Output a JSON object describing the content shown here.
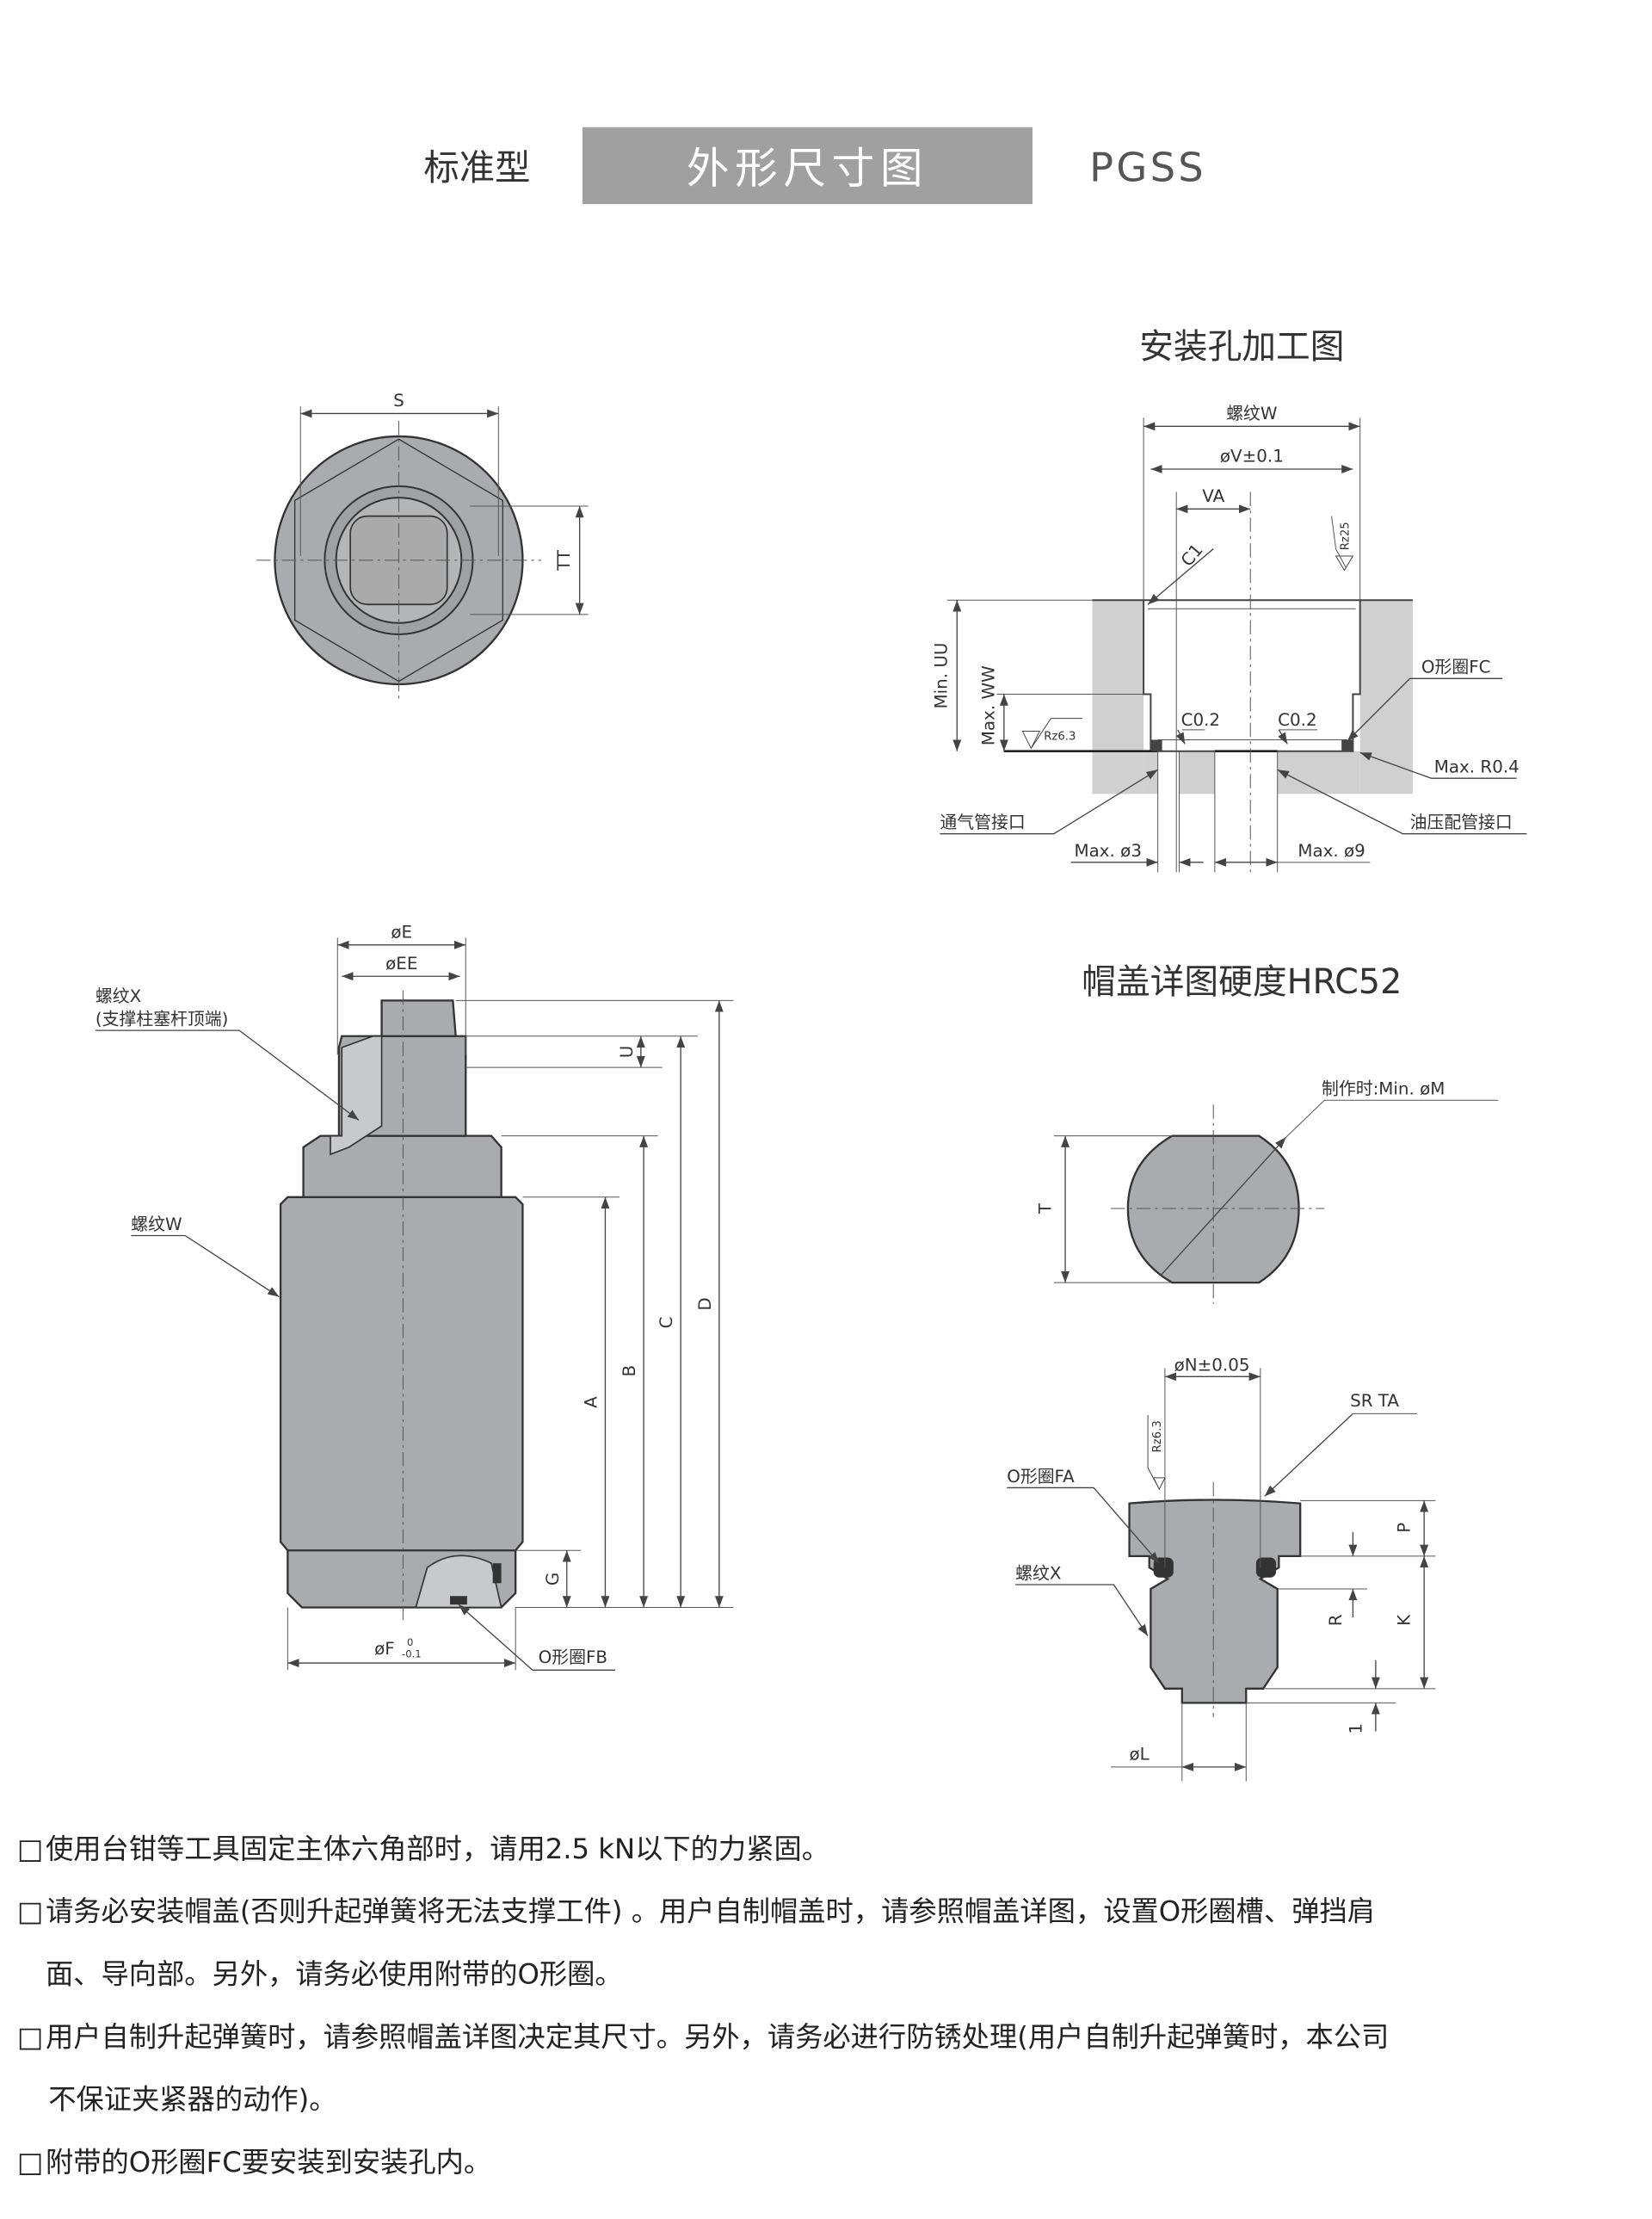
{
  "header": {
    "type_label": "标准型",
    "title": "外形尺寸图",
    "model": "PGSS",
    "title_bg": "#a0a0a0"
  },
  "top_view": {
    "dim_s": "S",
    "dim_tt": "TT"
  },
  "side_view": {
    "dim_e": "øE",
    "dim_ee": "øEE",
    "thread_x": "螺纹X",
    "thread_x_note": "(支撑柱塞杆顶端)",
    "thread_w": "螺纹W",
    "dim_u": "U",
    "dim_a": "A",
    "dim_b": "B",
    "dim_c": "C",
    "dim_d": "D",
    "dim_g": "G",
    "dim_f": "øF",
    "dim_f_tol_upper": "0",
    "dim_f_tol_lower": "-0.1",
    "oring_fb": "O形圈FB"
  },
  "mount_hole": {
    "title": "安装孔加工图",
    "thread_w": "螺纹W",
    "dim_v": "øV±0.1",
    "dim_va": "VA",
    "rz25": "Rz25",
    "c1": "C1",
    "min_uu": "Min. UU",
    "max_ww": "Max. WW",
    "rz63": "Rz6.3",
    "c02_left": "C0.2",
    "c02_right": "C0.2",
    "oring_fc": "O形圈FC",
    "max_r04": "Max. R0.4",
    "vent_port": "通气管接口",
    "oil_port": "油压配管接口",
    "max_d3": "Max. ø3",
    "max_d9": "Max. ø9"
  },
  "cap_detail": {
    "title": "帽盖详图硬度HRC52",
    "min_m": "制作时:Min. øM",
    "dim_t": "T",
    "dim_n": "øN±0.05",
    "sr_ta": "SR TA",
    "rz63": "Rz6.3",
    "oring_fa": "O形圈FA",
    "thread_x": "螺纹X",
    "dim_p": "P",
    "dim_r": "R",
    "dim_k": "K",
    "dim_1": "1",
    "dim_l": "øL"
  },
  "notes": {
    "bullet": "□",
    "n1": "使用台钳等工具固定主体六角部时，请用2.5 kN以下的力紧固。",
    "n2a": "请务必安装帽盖(否则升起弹簧将无法支撑工件) 。用户自制帽盖时，请参照帽盖详图，设置O形圈槽、弹挡肩",
    "n2b": "面、导向部。另外，请务必使用附带的O形圈。",
    "n3a": "用户自制升起弹簧时，请参照帽盖详图决定其尺寸。另外，请务必进行防锈处理(用户自制升起弹簧时，本公司",
    "n3b": "不保证夹紧器的动作)。",
    "n4": "附带的O形圈FC要安装到安装孔内。"
  }
}
